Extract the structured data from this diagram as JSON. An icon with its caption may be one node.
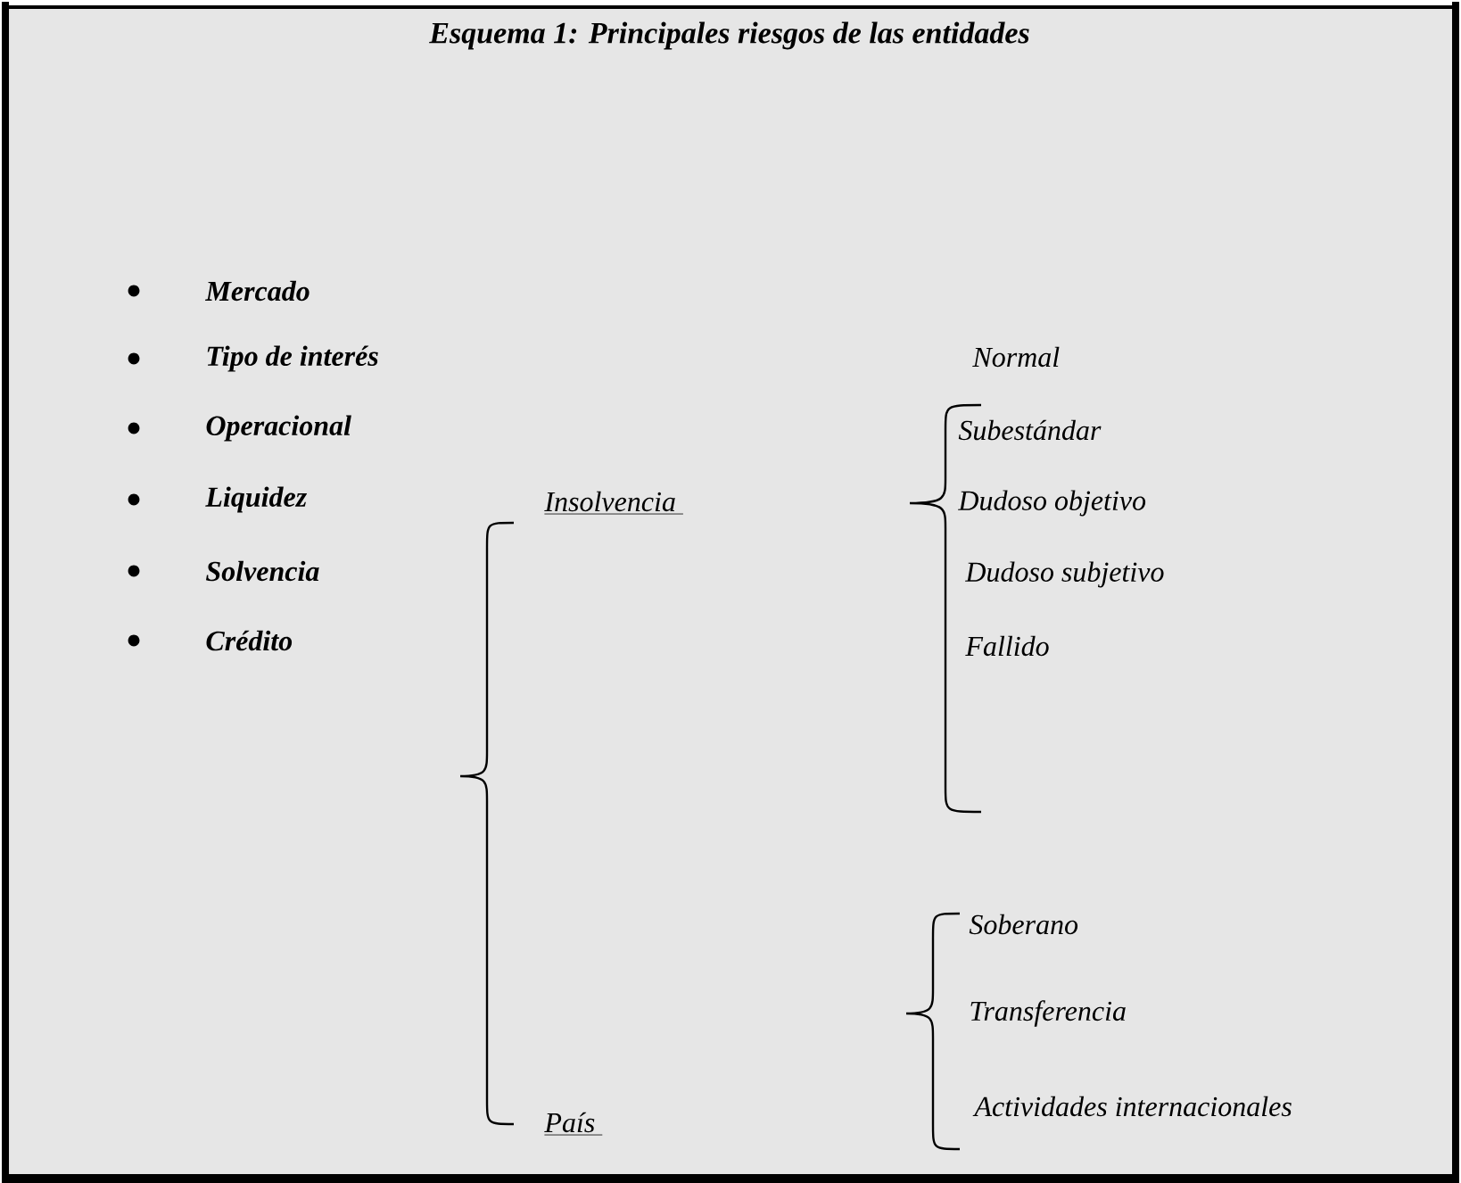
{
  "diagram": {
    "title": "Esquema 1: Principales riesgos de las entidades",
    "labels": [
      "Mercado",
      "Tipo de interés",
      "Operacional",
      "Liquidez",
      "Solvencia",
      "Crédito",
      "Insolvencia",
      "País",
      "Normal",
      "Subestándar",
      "Dudoso objetivo",
      "Dudoso subjetivo",
      "Fallido",
      "Soberano",
      "Transferencia",
      "Actividades internacionales"
    ]
  }
}
